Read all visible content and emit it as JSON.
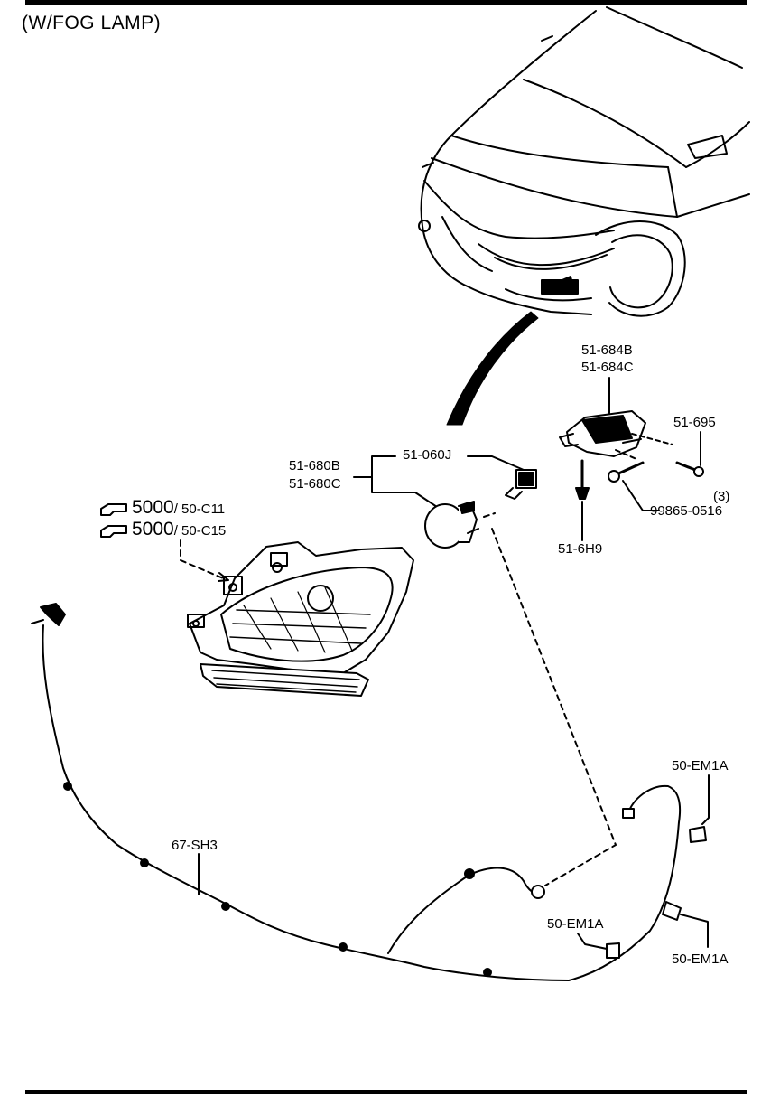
{
  "title": "(W/FOG LAMP)",
  "labels": {
    "switch_b": "51-684B",
    "switch_c": "51-684C",
    "screw_695": "51-695",
    "bulb": "51-060J",
    "lamp_b": "51-680B",
    "lamp_c": "51-680C",
    "bolt_qty": "(3)",
    "bolt": "99865-0516",
    "clip": "51-6H9",
    "ref1_num": "5000",
    "ref1_sub": "/ 50-C11",
    "ref2_num": "5000",
    "ref2_sub": "/ 50-C15",
    "harness": "67-SH3",
    "conn_top": "50-EM1A",
    "conn_mid": "50-EM1A",
    "conn_right": "50-EM1A"
  }
}
